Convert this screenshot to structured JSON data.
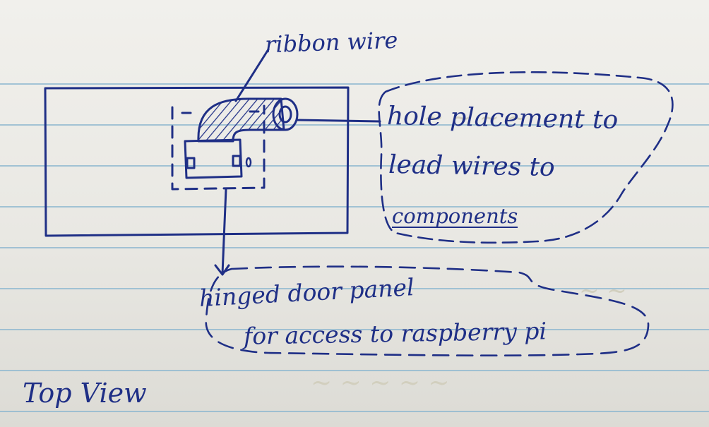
{
  "annotations": {
    "ribbon_wire": "ribbon wire",
    "hole_line1": "hole placement to",
    "hole_line2": "lead wires to",
    "hole_line3": "components",
    "door_line1": "hinged door panel",
    "door_line2": "for access to raspberry pi",
    "view_label": "Top View"
  },
  "colors": {
    "ink": "#1f2f86",
    "rule_lines": "#8fb8cf",
    "paper": "#ecebe6"
  }
}
